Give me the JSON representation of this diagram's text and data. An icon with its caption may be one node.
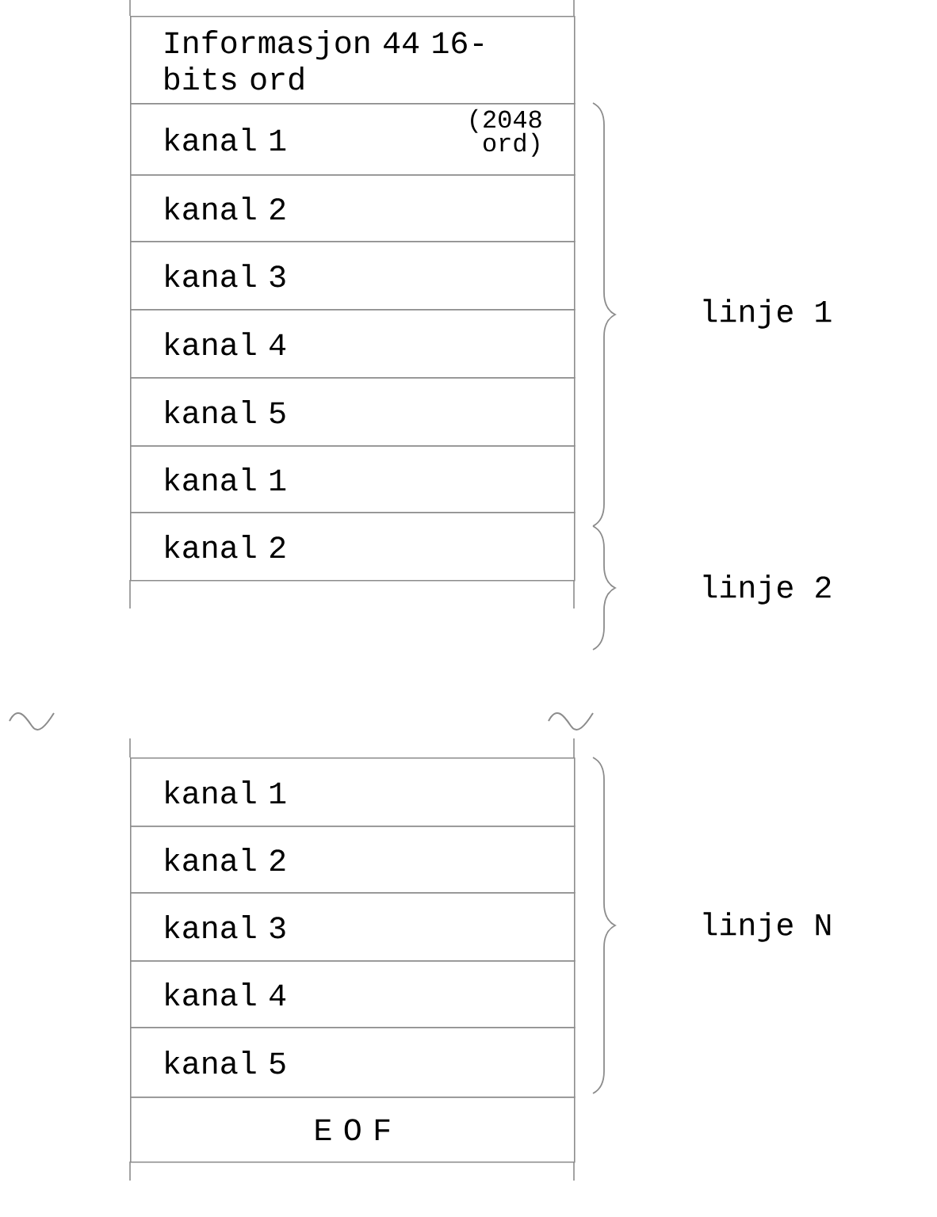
{
  "diagram": {
    "nodes": [
      {
        "text": [
          "Informasjon 44 16-bits ord"
        ]
      },
      {
        "text": [
          "kanal 1",
          "(2048 ord)"
        ]
      },
      {
        "text": [
          "kanal 2"
        ]
      },
      {
        "text": [
          "kanal 3"
        ]
      },
      {
        "text": [
          "kanal 4"
        ]
      },
      {
        "text": [
          "kanal 5"
        ]
      },
      {
        "text": [
          "kanal 1"
        ]
      },
      {
        "text": [
          "kanal 2"
        ]
      },
      {
        "text": [
          "kanal 1"
        ]
      },
      {
        "text": [
          "kanal 2"
        ]
      },
      {
        "text": [
          "kanal 3"
        ]
      },
      {
        "text": [
          "kanal 4"
        ]
      },
      {
        "text": [
          "kanal 5"
        ]
      },
      {
        "text": [
          "E O F"
        ]
      }
    ],
    "labels": [
      "linje 1",
      "linje 2",
      "linje N"
    ]
  }
}
